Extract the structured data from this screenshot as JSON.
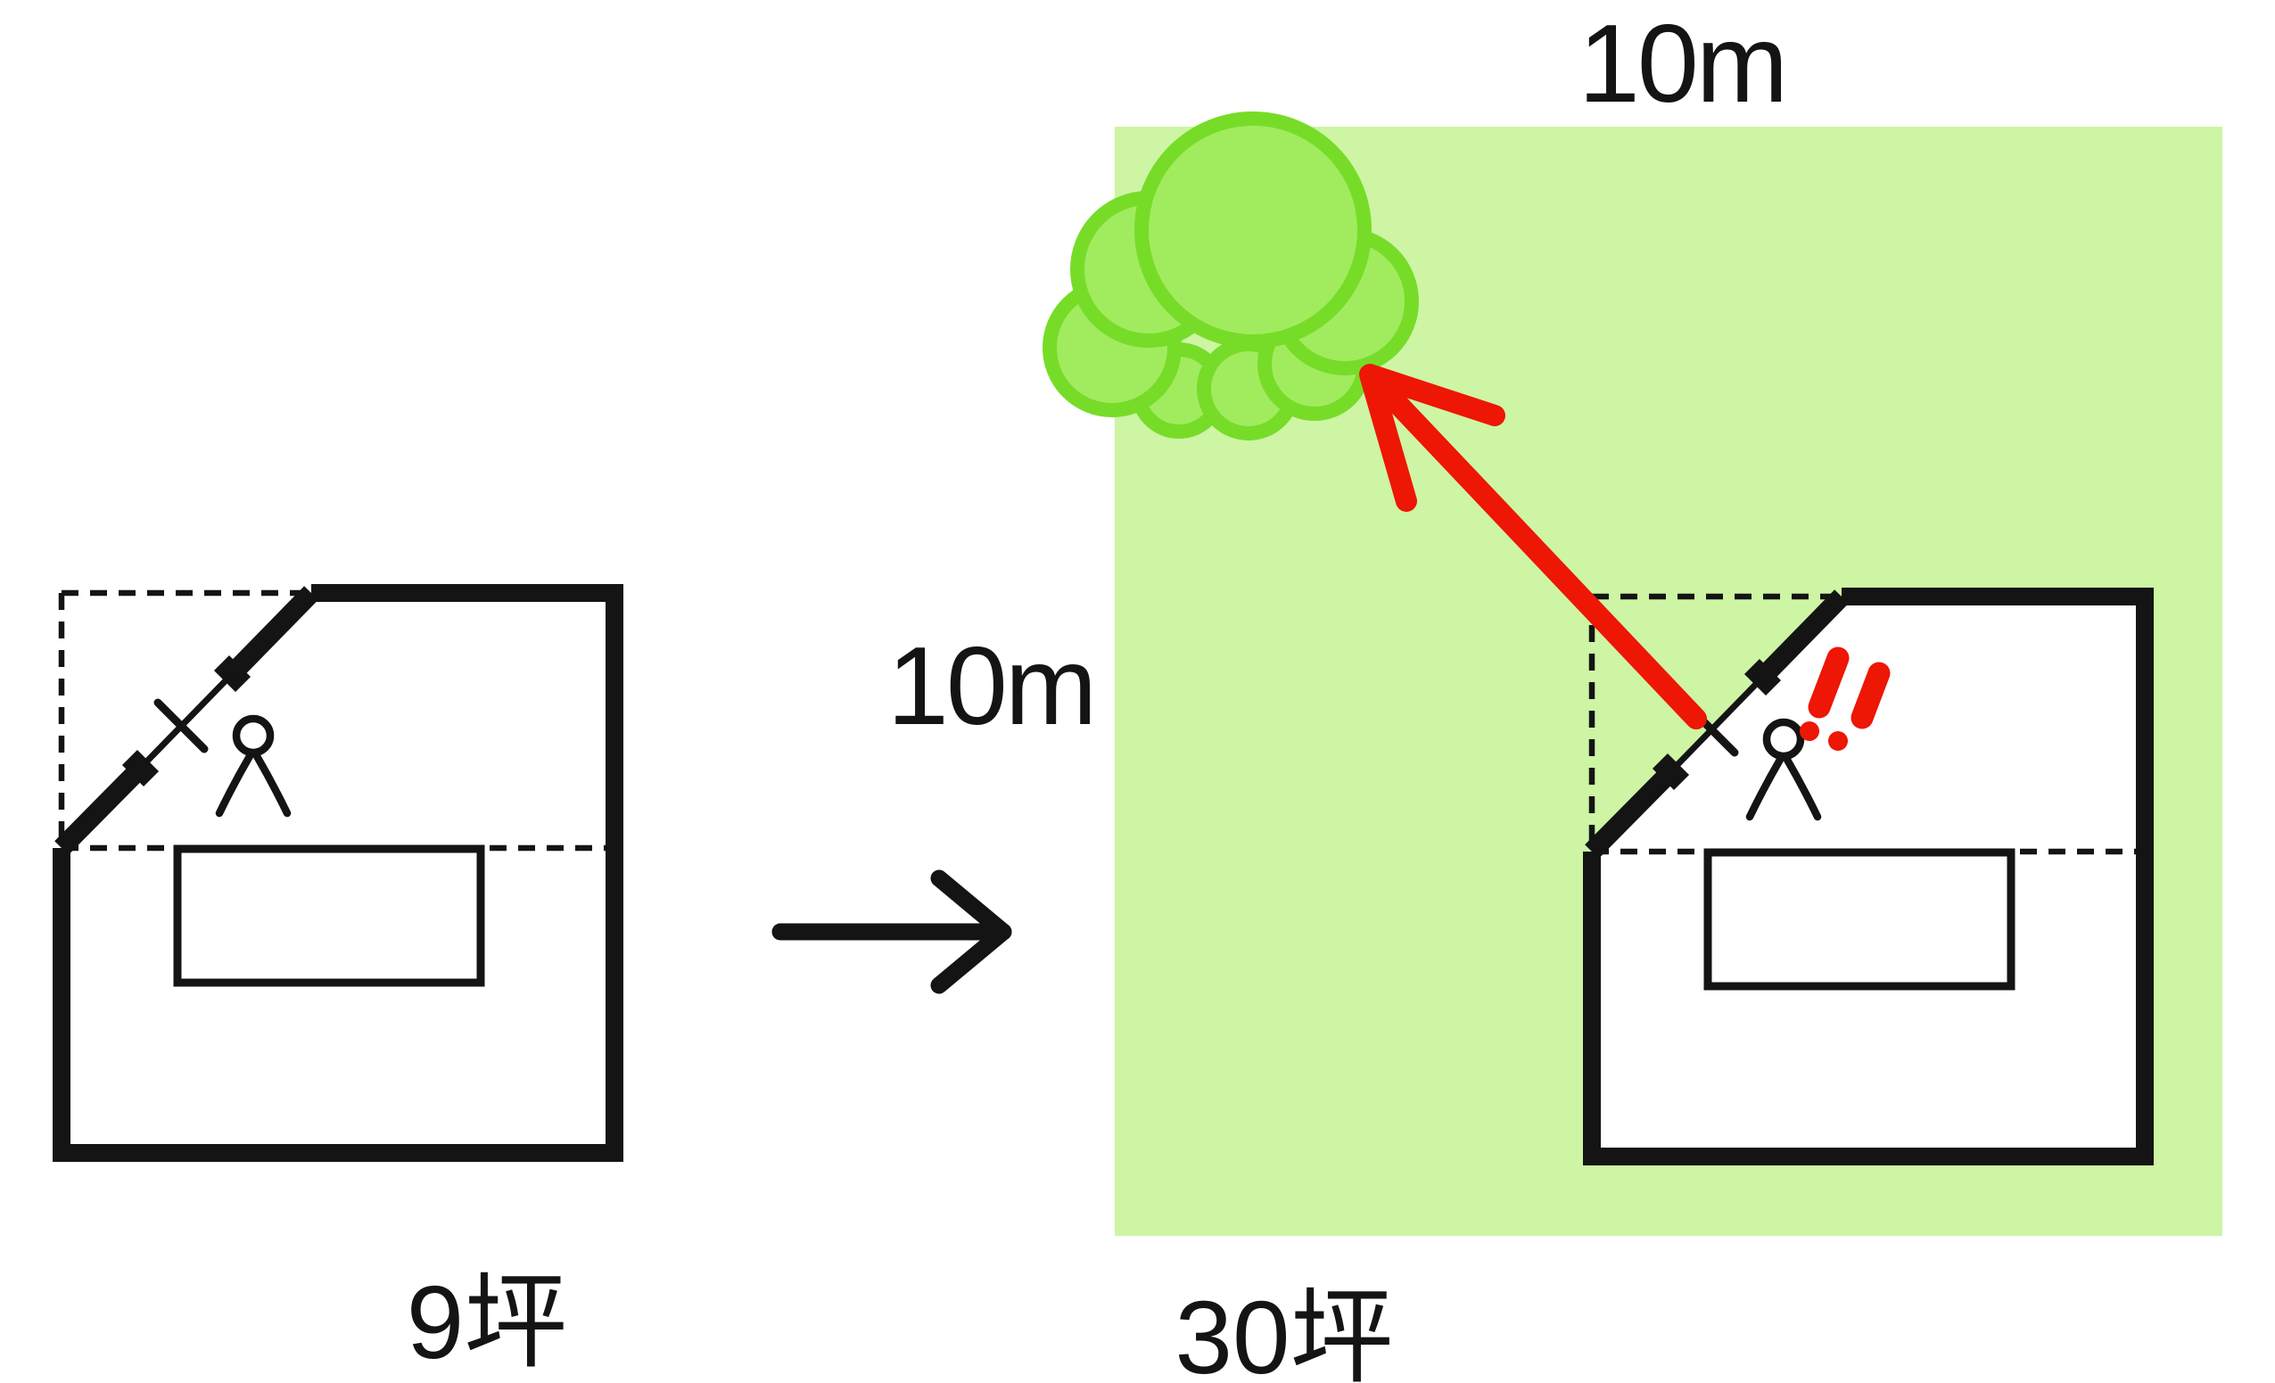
{
  "labels": {
    "lot_width_top": "10m",
    "lot_width_left": "10m",
    "small_plan_area": "9坪",
    "large_plan_area": "30坪"
  },
  "icons": {
    "tree_cloud": "green-cloud-shape",
    "transform_arrow": "right-arrow",
    "sightline_arrow": "red-up-left-arrow",
    "alert_marks": "!!",
    "door_mark": "tick-on-diagonal-wall",
    "person": "stick-figure"
  },
  "colors": {
    "lot_green": "#cdf5a4",
    "cloud_fill": "#a0ec5e",
    "cloud_stroke": "#77dc28",
    "alert_red": "#ee1605",
    "ink_black": "#141414",
    "paper_white": "#ffffff"
  }
}
